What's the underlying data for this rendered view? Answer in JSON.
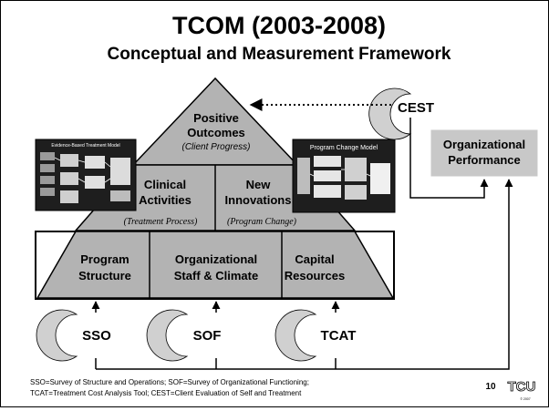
{
  "title": {
    "line1": "TCOM (2003-2008)",
    "line2": "Conceptual and Measurement Framework"
  },
  "pyramid": {
    "top": {
      "line1": "Positive",
      "line2": "Outcomes",
      "sub": "(Client Progress)"
    },
    "middle_left": {
      "line1": "Clinical",
      "line2": "Activities",
      "sub": "(Treatment Process)"
    },
    "middle_right": {
      "line1": "New",
      "line2": "Innovations",
      "sub": "(Program Change)"
    },
    "base": [
      {
        "line1": "Program",
        "line2": "Structure"
      },
      {
        "line1": "Organizational",
        "line2": "Staff & Climate"
      },
      {
        "line1": "Capital",
        "line2": "Resources"
      }
    ]
  },
  "thumbnails": {
    "left_title": "Evidence-Based Treatment Model",
    "right_title": "Program Change Model"
  },
  "instruments": {
    "cest": "CEST",
    "sso": "SSO",
    "sof": "SOF",
    "tcat": "TCAT"
  },
  "org_performance": {
    "line1": "Organizational",
    "line2": "Performance"
  },
  "footer": {
    "line1": "SSO=Survey of Structure and Operations; SOF=Survey of Organizational Functioning;",
    "line2": "TCAT=Treatment Cost Analysis Tool; CEST=Client Evaluation of Self and Treatment",
    "page_number": "10",
    "logo_text": "TCU",
    "copyright": "© 2007"
  },
  "colors": {
    "pyramid_fill": "#b3b3b3",
    "box_fill": "#c8c8c8",
    "text": "#000000",
    "thumbnail_bg": "#1e1e1e",
    "crescent": "#d0d0d0"
  }
}
